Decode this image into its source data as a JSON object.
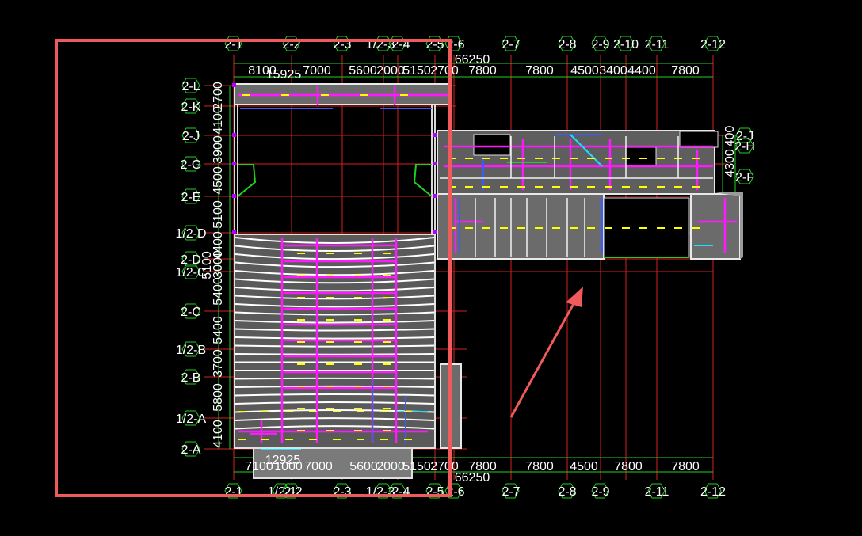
{
  "top_axes": [
    {
      "label": "2-1"
    },
    {
      "label": "2-2"
    },
    {
      "label": "2-3"
    },
    {
      "label": "1/2-3"
    },
    {
      "label": "2-4"
    },
    {
      "label": "2-5"
    },
    {
      "label": "2-6"
    },
    {
      "label": "2-7"
    },
    {
      "label": "2-8"
    },
    {
      "label": "2-9"
    },
    {
      "label": "2-10"
    },
    {
      "label": "2-11"
    },
    {
      "label": "2-12"
    }
  ],
  "bottom_axes": [
    {
      "label": "2-1"
    },
    {
      "label": "1/2-1"
    },
    {
      "label": "2-2"
    },
    {
      "label": "2-3"
    },
    {
      "label": "1/2-3"
    },
    {
      "label": "2-4"
    },
    {
      "label": "2-5"
    },
    {
      "label": "2-6"
    },
    {
      "label": "2-7"
    },
    {
      "label": "2-8"
    },
    {
      "label": "2-9"
    },
    {
      "label": "2-11"
    },
    {
      "label": "2-12"
    }
  ],
  "left_axes": [
    {
      "label": "2-L"
    },
    {
      "label": "2-K"
    },
    {
      "label": "2-J"
    },
    {
      "label": "2-G"
    },
    {
      "label": "2-E"
    },
    {
      "label": "1/2-D"
    },
    {
      "label": "2-D"
    },
    {
      "label": "1/2-C"
    },
    {
      "label": "2-C"
    },
    {
      "label": "1/2-B"
    },
    {
      "label": "2-B"
    },
    {
      "label": "1/2-A"
    },
    {
      "label": "2-A"
    }
  ],
  "right_axes": [
    {
      "label": "2-J"
    },
    {
      "label": "2-H"
    },
    {
      "label": "2-F"
    }
  ],
  "top_dims": {
    "total": "66250",
    "sub_total": "15925",
    "spans": [
      "8100",
      "7000",
      "5600",
      "2000",
      "5150",
      "2700",
      "7800",
      "7800",
      "4500",
      "3400",
      "4400",
      "7800"
    ]
  },
  "bottom_dims": {
    "total": "66250",
    "sub_total": "12925",
    "spans": [
      "7100",
      "1000",
      "7000",
      "5600",
      "2000",
      "5150",
      "2700",
      "7800",
      "7800",
      "4500",
      "7800",
      "7800"
    ]
  },
  "left_dims": [
    "2700",
    "4100",
    "3900",
    "4500",
    "5100",
    "4400",
    "3000",
    "5100",
    "5400",
    "5400",
    "3700",
    "5800",
    "4100"
  ],
  "right_dims": [
    "4300",
    "400"
  ],
  "colors": {
    "background": "#000000",
    "grid_line": "#d81e1e",
    "axis_bubble": "#1fd11f",
    "dim_text": "#ffffff",
    "slab": "#6b6b6b",
    "beam": "#ff19ff",
    "rebar": "#ffff00",
    "annotation": "#f05a5a"
  }
}
